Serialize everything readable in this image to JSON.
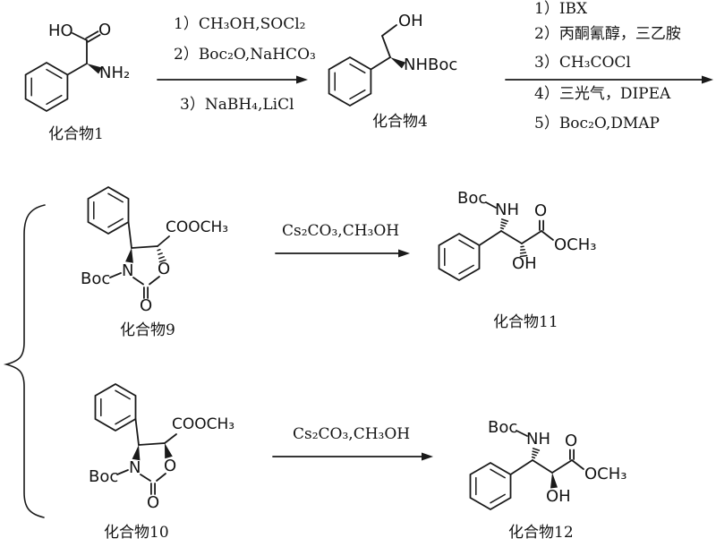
{
  "colors": {
    "ink": "#1a1a1a",
    "background": "#ffffff"
  },
  "compounds": {
    "c1": {
      "label": "化合物1",
      "ho": "HO",
      "carbonyl_o": "O",
      "nh2": "NH₂"
    },
    "c4": {
      "label": "化合物4",
      "oh": "OH",
      "nhboc": "NHBoc"
    },
    "c9": {
      "label": "化合物9",
      "ester": "COOCH₃",
      "boc": "Boc",
      "ring_n": "N",
      "ring_o": "O",
      "carbonyl_o": "O"
    },
    "c10": {
      "label": "化合物10",
      "ester": "COOCH₃",
      "boc": "Boc",
      "ring_n": "N",
      "ring_o": "O",
      "carbonyl_o": "O"
    },
    "c11": {
      "label": "化合物11",
      "boc": "Boc",
      "nh": "NH",
      "carbonyl_o": "O",
      "ome": "OCH₃",
      "oh": "OH"
    },
    "c12": {
      "label": "化合物12",
      "boc": "Boc",
      "nh": "NH",
      "carbonyl_o": "O",
      "ome": "OCH₃",
      "oh": "OH"
    }
  },
  "arrows": {
    "step1": {
      "conditions": [
        "1）CH₃OH,SOCl₂",
        "2）Boc₂O,NaHCO₃",
        "3）NaBH₄,LiCl"
      ]
    },
    "step2": {
      "conditions": [
        "1）IBX",
        "2）丙酮氰醇，三乙胺",
        "3）CH₃COCl",
        "4）三光气，DIPEA",
        "5）Boc₂O,DMAP"
      ]
    },
    "step3": {
      "condition": "Cs₂CO₃,CH₃OH"
    },
    "step4": {
      "condition": "Cs₂CO₃,CH₃OH"
    }
  }
}
